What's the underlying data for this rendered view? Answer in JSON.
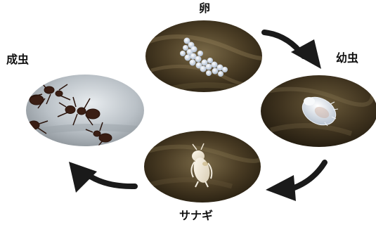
{
  "stages": {
    "egg": {
      "label": "卵"
    },
    "larva": {
      "label": "幼虫"
    },
    "pupa": {
      "label": "サナギ"
    },
    "adult": {
      "label": "成虫"
    }
  },
  "colors": {
    "arrow": "#1a1a1a",
    "soil_dark": "#2a2112",
    "soil_mid": "#5a4a2e",
    "soil_light": "#7a6a48",
    "egg": "#dfe6f0",
    "larva": "#e9edf2",
    "pupa": "#f1ece2",
    "ant": "#3a1e14",
    "adult_bg": "#cfd5db"
  },
  "icons": [
    "egg-cluster-icon",
    "larva-icon",
    "pupa-icon",
    "ant-icon",
    "cycle-arrow-icon"
  ]
}
